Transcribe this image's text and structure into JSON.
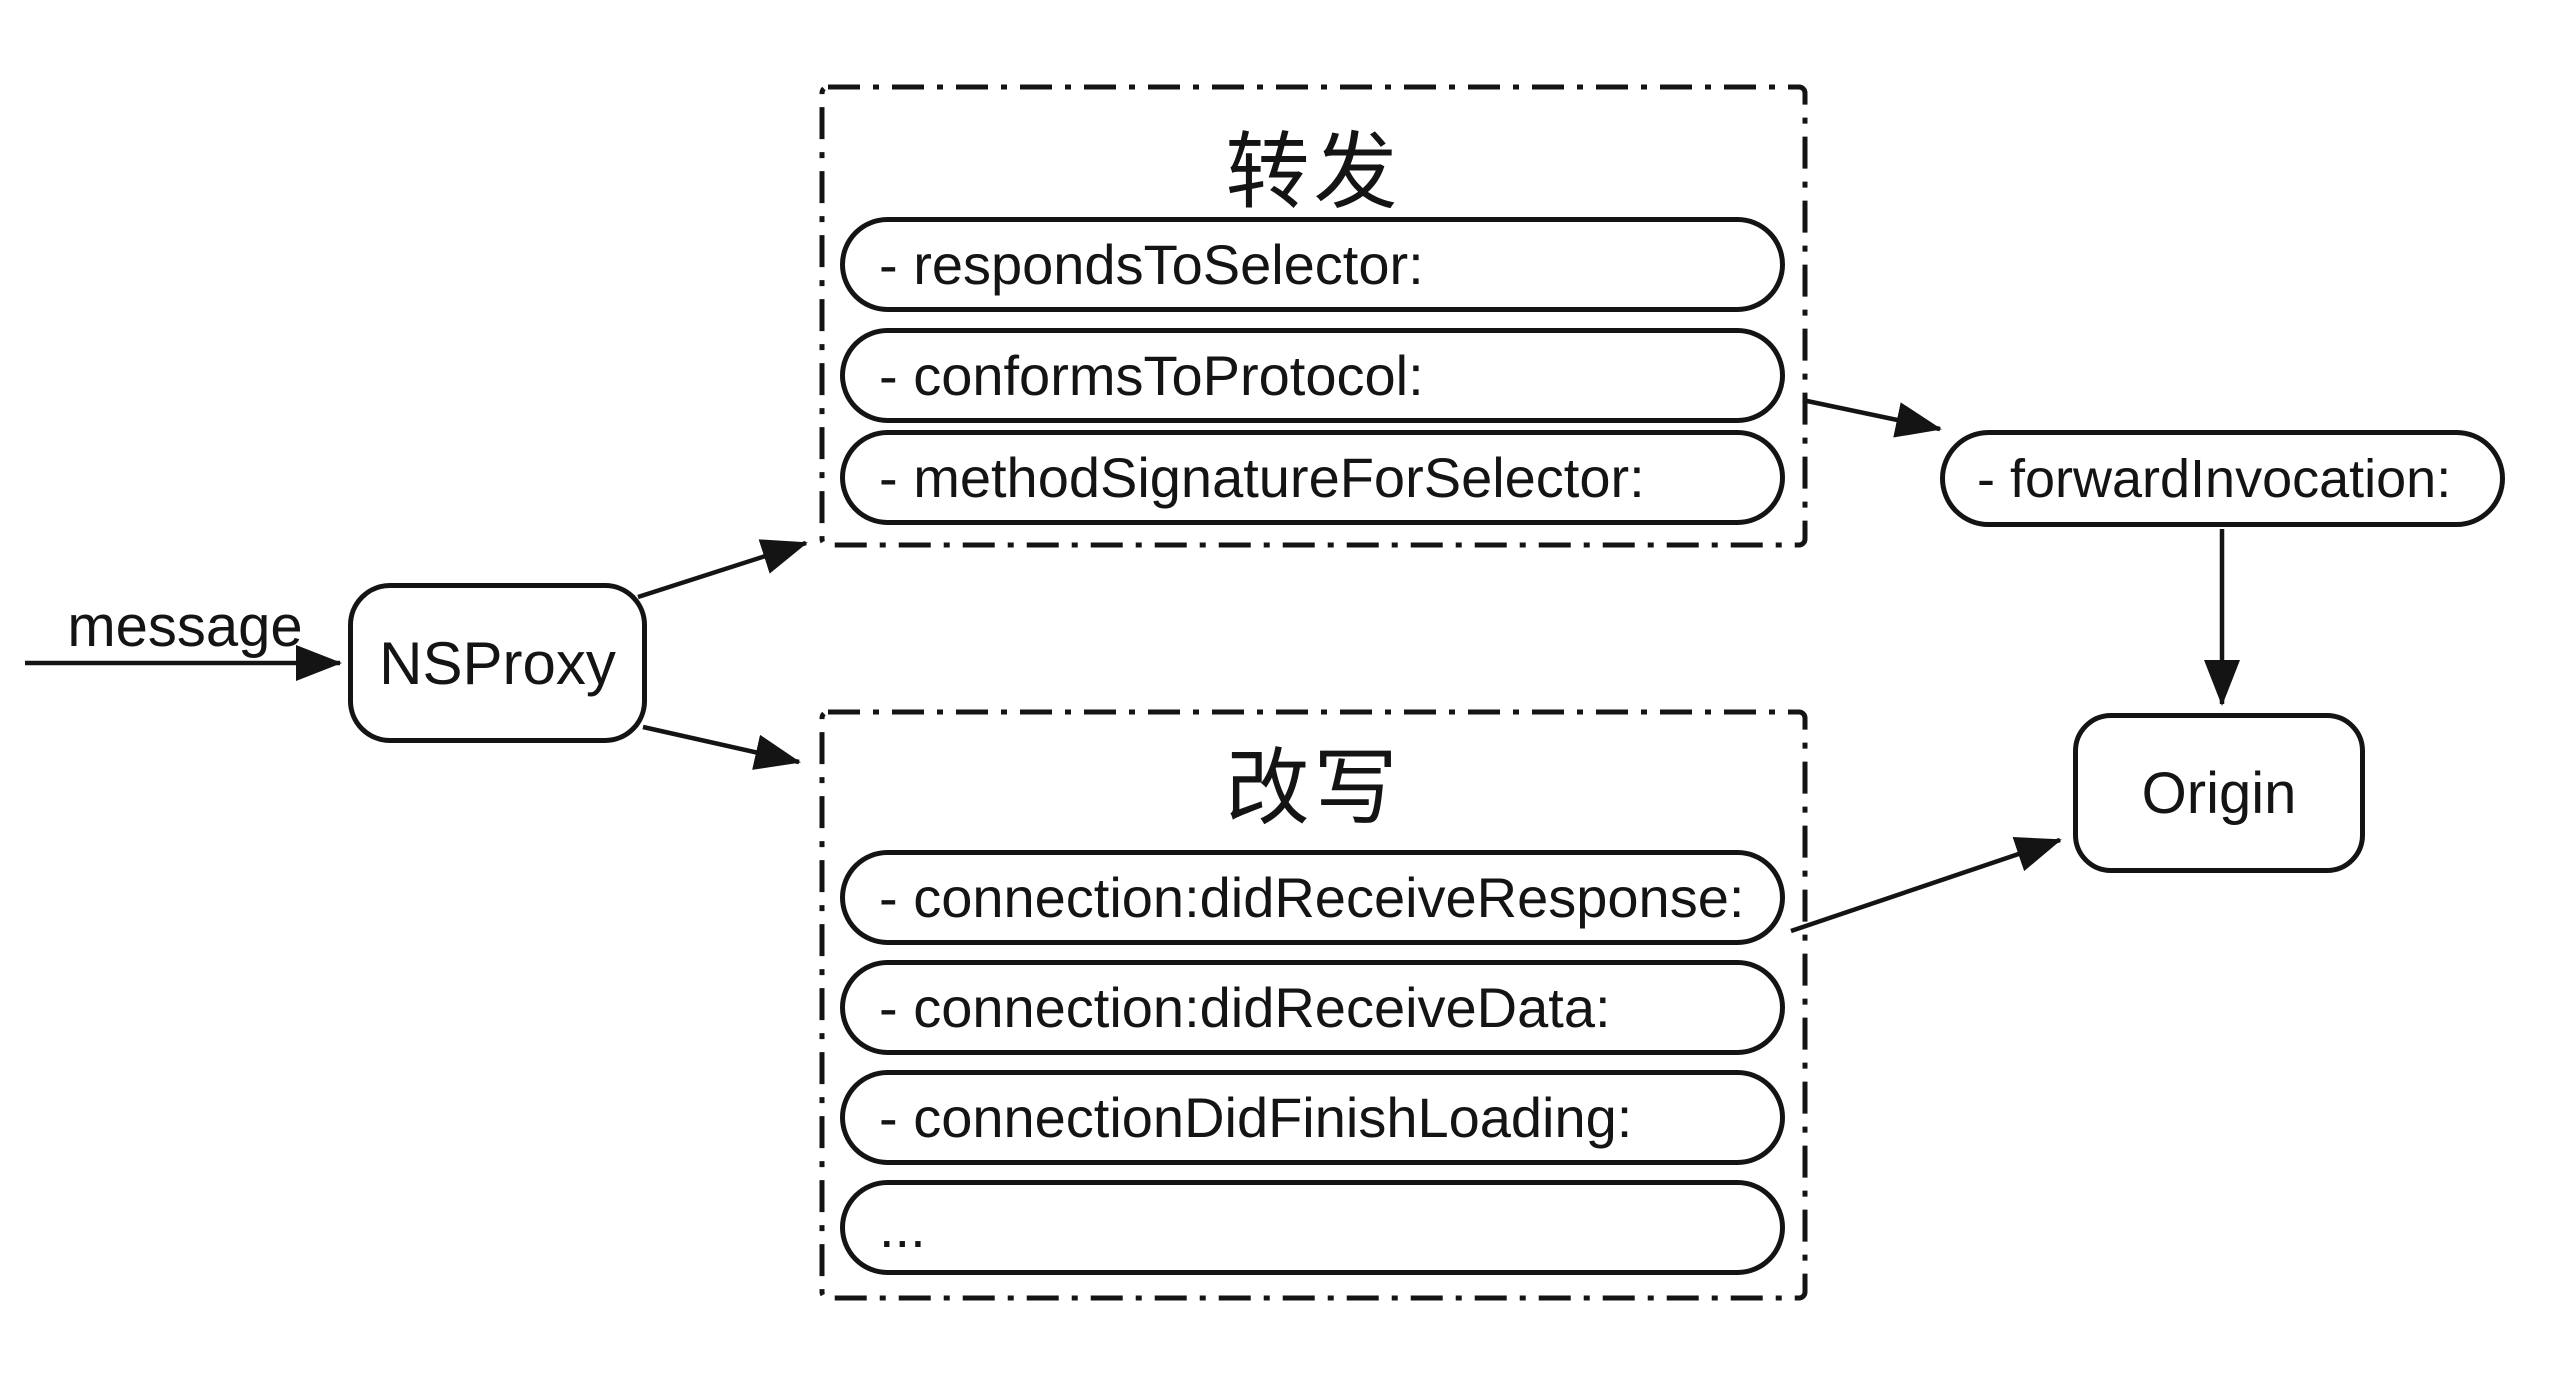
{
  "diagram": {
    "message_label": "message",
    "nodes": {
      "proxy": "NSProxy",
      "forward_invocation": "- forwardInvocation:",
      "origin": "Origin"
    },
    "groups": {
      "forward": {
        "title": "转发",
        "methods": [
          "- respondsToSelector:",
          "- conformsToProtocol:",
          "- methodSignatureForSelector:"
        ]
      },
      "override": {
        "title": "改写",
        "methods": [
          "- connection:didReceiveResponse:",
          "- connection:didReceiveData:",
          "- connectionDidFinishLoading:",
          "..."
        ]
      }
    },
    "colors": {
      "stroke": "#141414",
      "background": "#ffffff"
    }
  }
}
